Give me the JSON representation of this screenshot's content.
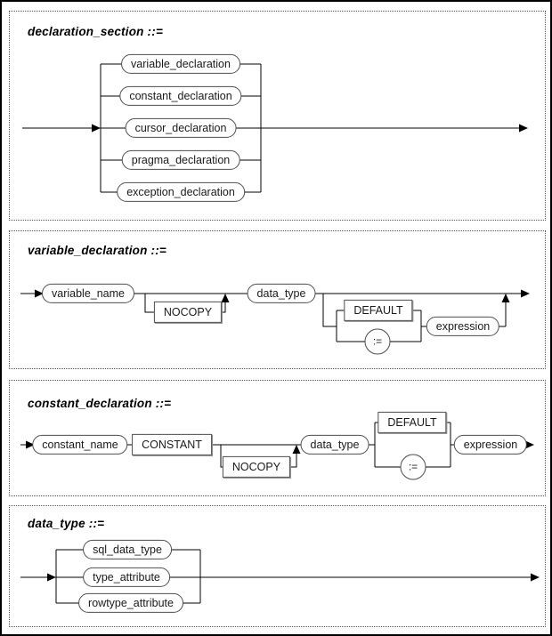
{
  "diagram_type": "railroad-syntax-diagram",
  "colors": {
    "line": "#000000",
    "node_border": "#4d4d4d",
    "background": "#ffffff",
    "text": "#111111"
  },
  "sections": [
    {
      "name": "declaration_section",
      "op": "::=",
      "options": [
        "variable_declaration",
        "constant_declaration",
        "cursor_declaration",
        "pragma_declaration",
        "exception_declaration"
      ]
    },
    {
      "name": "variable_declaration",
      "op": "::=",
      "nodes": {
        "variable_name": "variable_name",
        "nocopy": "NOCOPY",
        "data_type": "data_type",
        "default_kw": "DEFAULT",
        "assign_op": ":=",
        "expression": "expression"
      }
    },
    {
      "name": "constant_declaration",
      "op": "::=",
      "nodes": {
        "constant_name": "constant_name",
        "constant_kw": "CONSTANT",
        "nocopy": "NOCOPY",
        "data_type": "data_type",
        "default_kw": "DEFAULT",
        "assign_op": ":=",
        "expression": "expression"
      }
    },
    {
      "name": "data_type",
      "op": "::=",
      "options": [
        "sql_data_type",
        "type_attribute",
        "rowtype_attribute"
      ]
    }
  ]
}
